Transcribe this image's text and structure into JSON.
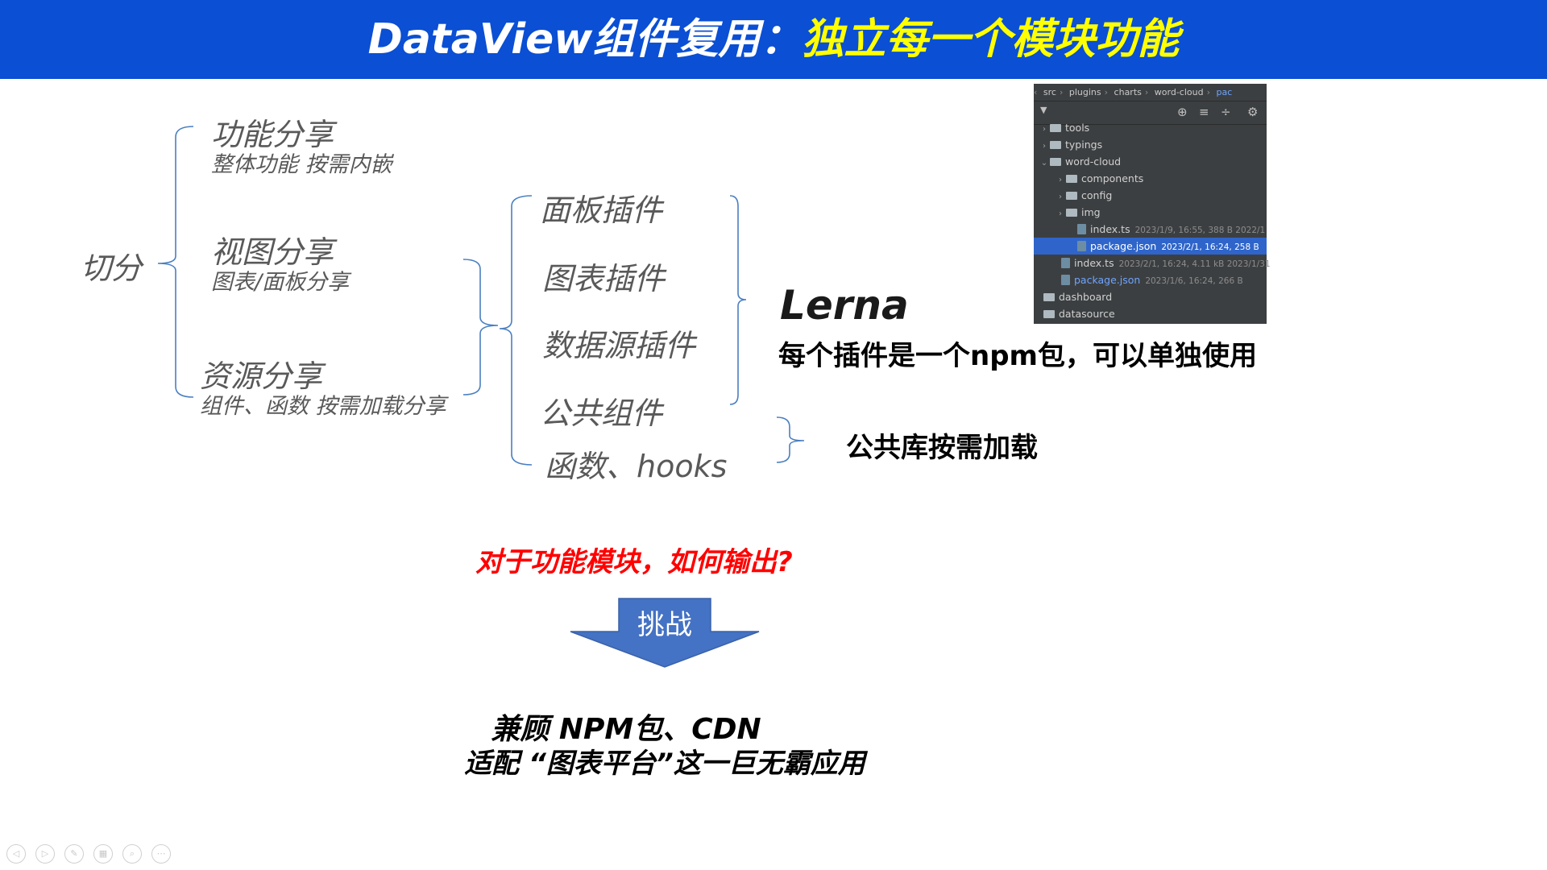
{
  "title": {
    "main": "DataView组件复用：",
    "accent": "独立每一个模块功能"
  },
  "tree": {
    "root": "切分",
    "branches": [
      {
        "title": "功能分享",
        "subtitle": "整体功能 按需内嵌"
      },
      {
        "title": "视图分享",
        "subtitle": "图表/面板分享"
      },
      {
        "title": "资源分享",
        "subtitle": "组件、函数 按需加载分享"
      }
    ],
    "plugins": [
      "面板插件",
      "图表插件",
      "数据源插件",
      "公共组件",
      "函数、hooks"
    ]
  },
  "lerna": {
    "title": "Lerna",
    "description": "每个插件是一个npm包，可以单独使用"
  },
  "common_lib": "公共库按需加载",
  "question": "对于功能模块，如何输出?",
  "challenge_label": "挑战",
  "answer": {
    "line1": "兼顾 NPM包、CDN",
    "line2": "适配 “图表平台”这一巨无霸应用"
  },
  "ide": {
    "breadcrumb": [
      "src",
      "plugins",
      "charts",
      "word-cloud",
      "pac"
    ],
    "rows": [
      {
        "name": "tools",
        "meta": ""
      },
      {
        "name": "typings",
        "meta": ""
      },
      {
        "name": "word-cloud",
        "meta": ""
      },
      {
        "name": "components",
        "meta": ""
      },
      {
        "name": "config",
        "meta": ""
      },
      {
        "name": "img",
        "meta": ""
      },
      {
        "name": "index.ts",
        "meta": "2023/1/9, 16:55, 388 B 2022/1"
      },
      {
        "name": "package.json",
        "meta": "2023/2/1, 16:24, 258 B"
      },
      {
        "name": "index.ts",
        "meta": "2023/2/1, 16:24, 4.11 kB 2023/1/31"
      },
      {
        "name": "package.json",
        "meta": "2023/1/6, 16:24, 266 B"
      },
      {
        "name": "dashboard",
        "meta": ""
      },
      {
        "name": "datasource",
        "meta": ""
      }
    ]
  },
  "colors": {
    "title_bar": "#0a4fd4",
    "accent": "#ffff00",
    "bracket": "#4a7fc1",
    "question": "#ff0000",
    "arrow": "#4472c4"
  }
}
